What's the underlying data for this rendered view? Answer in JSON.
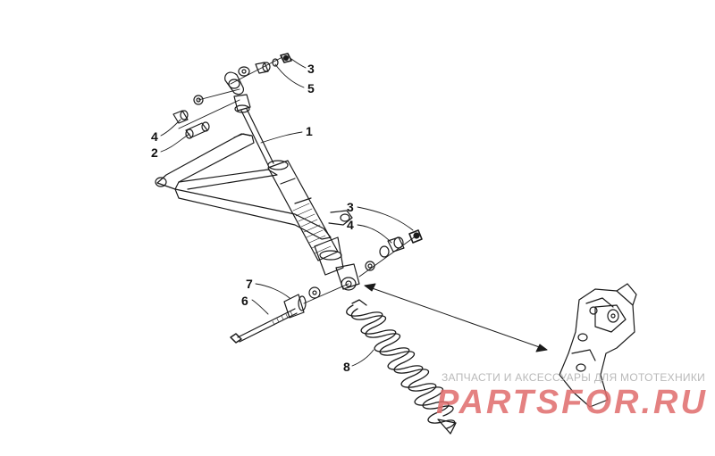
{
  "callouts": {
    "c1": "1",
    "c2": "2",
    "c3_top": "3",
    "c3_mid": "3",
    "c4_left": "4",
    "c4_mid": "4",
    "c5": "5",
    "c6": "6",
    "c7": "7",
    "c8": "8"
  },
  "watermark": {
    "tagline": "ЗАПЧАСТИ И АКСЕССУАРЫ ДЛЯ МОТОТЕХНИКИ",
    "logo": "PARTSFOR.RU"
  },
  "colors": {
    "line": "#1a1a1a",
    "watermark_logo": "#e06c6c",
    "watermark_text": "#b9b9b9"
  },
  "icons": [
    "shock-absorber",
    "coil-spring",
    "a-arm",
    "bolt",
    "nut",
    "washer",
    "bushing",
    "frame-bracket"
  ]
}
